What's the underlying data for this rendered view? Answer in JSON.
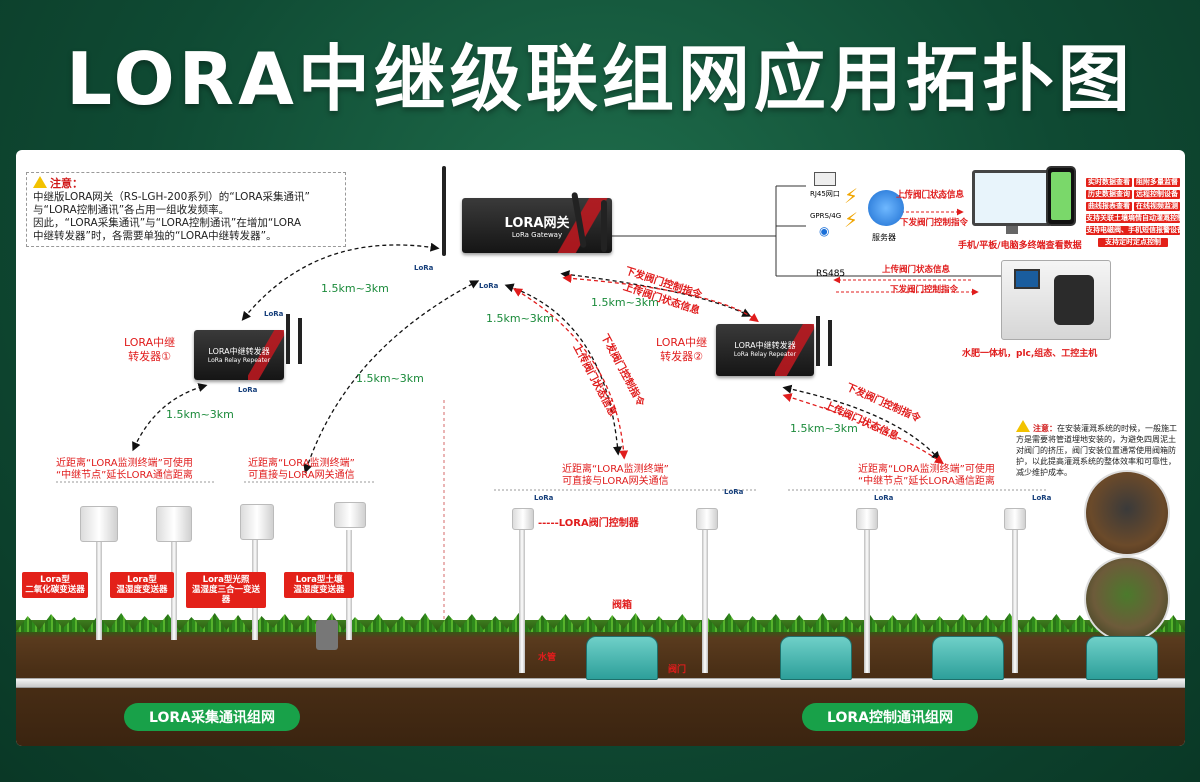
{
  "title": "LORA中继级联组网应用拓扑图",
  "note_top": {
    "label": "注意：",
    "lines": [
      "中继版LORA网关（RS-LGH-200系列）的“LORA采集通讯”",
      "与“LORA控制通讯”各占用一组收发频率。",
      "因此，“LORA采集通讯”与“LORA控制通讯”在增加“LORA",
      "中继转发器”时，各需要单独的“LORA中继转发器”。"
    ]
  },
  "gateway": {
    "name": "LORA网关",
    "sub": "LoRa Gateway"
  },
  "repeater1": {
    "label_line1": "LORA中继",
    "label_line2": "转发器①",
    "device": "LORA中继转发器",
    "sub": "LoRa Relay Repeater"
  },
  "repeater2": {
    "label_line1": "LORA中继",
    "label_line2": "转发器②",
    "device": "LORA中继转发器",
    "sub": "LoRa Relay Repeater"
  },
  "distances": {
    "d1": "1.5km~3km",
    "d2": "1.5km~3km",
    "d3": "1.5km~3km",
    "d4": "1.5km~3km",
    "d5": "1.5km~3km",
    "d6": "1.5km~3km"
  },
  "arrow_labels": {
    "down1": "下发阀门控制指令",
    "up1": "上传阀门状态信息",
    "down2": "下发阀门控制指令",
    "up2": "上传阀门状态信息",
    "down3": "下发阀门控制指令",
    "up3": "上传阀门状态信息"
  },
  "network": {
    "rj45": "RJ45网口",
    "gprs": "GPRS/4G",
    "rs485": "RS485",
    "server": "服务器",
    "up_status": "上传阀门状态信息",
    "down_cmd": "下发阀门控制指令",
    "up_status2": "上传阀门状态信息",
    "down_cmd2": "下发阀门控制指令",
    "terminals": "手机/平板/电脑多终端查看数据",
    "host": "水肥一体机，plc,组态、工控主机"
  },
  "features": [
    "实时数据查看",
    "阻附多量监督",
    "历史数据查询",
    "远程控制设备",
    "曲线报表查看",
    "在线视频监测",
    "支持关联土壤墒情自动灌溉控制",
    "支持电磁阀、手机短信报警设备",
    "支持定时定点控制"
  ],
  "left_group": {
    "cap1": "近距离“LORA监测终端”可使用",
    "cap1b": "“中继节点”延长LORA通信距离",
    "cap2": "近距离“LORA监测终端”",
    "cap2b": "可直接与LORA网关通信",
    "sensors": [
      {
        "l1": "Lora型",
        "l2": "二氧化碳变送器"
      },
      {
        "l1": "Lora型",
        "l2": "温湿度变送器"
      },
      {
        "l1": "Lora型光照",
        "l2": "温湿度三合一变送器"
      },
      {
        "l1": "Lora型土壤",
        "l2": "温湿度变送器"
      }
    ],
    "pill": "LORA采集通讯组网"
  },
  "right_group": {
    "cap3": "近距离“LORA监测终端”",
    "cap3b": "可直接与LORA网关通信",
    "cap4": "近距离“LORA监测终端”可使用",
    "cap4b": "“中继节点”延长LORA通信距离",
    "valve_ctrl": "LORA阀门控制器",
    "valve_box": "阀箱",
    "valve": "阀门",
    "pipe": "水管",
    "pill": "LORA控制通讯组网"
  },
  "note_right": {
    "label": "注意：",
    "text": "在安装灌溉系统的时候，一般施工方是需要将管道埋地安装的，为避免四周泥土对阀门的挤压，阀门安装位置通常使用阀箱防护，以此提高灌溉系统的整体效率和可靠性，减少维护成本。"
  },
  "lora_tag": "LoRa"
}
